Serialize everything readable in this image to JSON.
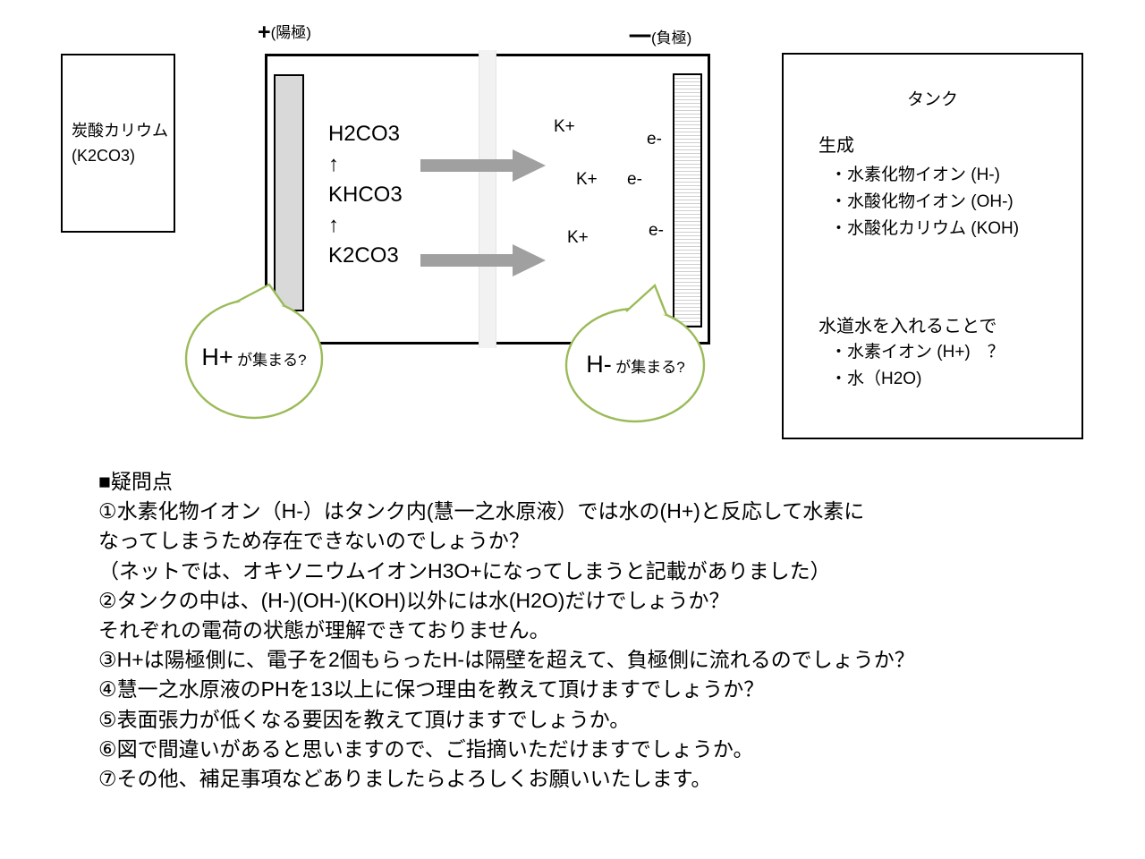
{
  "diagram": {
    "anode_label": {
      "sign": "+",
      "text": "(陽極)"
    },
    "cathode_label": {
      "sign": "一",
      "text": "(負極)"
    },
    "left_box": {
      "line1": "炭酸カリウム",
      "line2": "(K2CO3)"
    },
    "cell": {
      "reaction_stack": [
        "H2CO3",
        "↑",
        "KHCO3",
        "↑",
        "K2CO3"
      ],
      "k_ions": [
        "K+",
        "K+",
        "K+"
      ],
      "electrons": [
        "e-",
        "e-",
        "e-"
      ]
    },
    "bubbles": {
      "left": {
        "main": "H+",
        "sub": "が集まる?"
      },
      "right": {
        "main": "H-",
        "sub": "が集まる?"
      }
    },
    "tank_box": {
      "title": "タンク",
      "section1_heading": "生成",
      "section1_items": [
        "・水素化物イオン (H-)",
        "・水酸化物イオン (OH-)",
        "・水酸化カリウム (KOH)"
      ],
      "section2_heading": "水道水を入れることで",
      "section2_items": [
        "・水素イオン (H+)　？",
        "・水（H2O)"
      ]
    }
  },
  "questions": {
    "heading": "■疑問点",
    "lines": [
      "①水素化物イオン（H-）はタンク内(慧一之水原液）では水の(H+)と反応して水素に",
      "なってしまうため存在できないのでしょうか？",
      "（ネットでは、オキソニウムイオンH3O+になってしまうと記載がありました）",
      "②タンクの中は、(H-)(OH-)(KOH)以外には水(H2O)だけでしょうか？",
      "それぞれの電荷の状態が理解できておりません。",
      "③H+は陽極側に、電子を2個もらったH-は隔壁を超えて、負極側に流れるのでしょうか？",
      "④慧一之水原液のPHを13以上に保つ理由を教えて頂けますでしょうか？",
      "⑤表面張力が低くなる要因を教えて頂けますでしょうか。",
      "⑥図で間違いがあると思いますので、ご指摘いただけますでしょうか。",
      "⑦その他、補足事項などありましたらよろしくお願いいたします。"
    ]
  },
  "colors": {
    "bubble_green": "#9bbb59",
    "arrow_gray": "#a0a0a0",
    "electrode_fill": "#d9d9d9",
    "membrane_fill": "#f2f2f2",
    "text": "#000000"
  }
}
